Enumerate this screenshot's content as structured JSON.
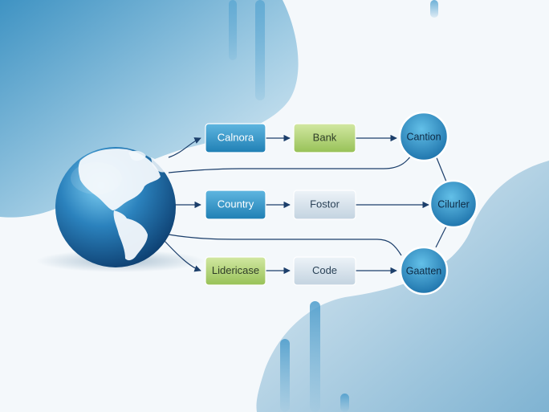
{
  "colors": {
    "background": "#f4f8fb",
    "blue_box": "#2f93c4",
    "green_box": "#a9cd6a",
    "gray_box": "#d4e0ea",
    "circle_fill": "#2b8cc0",
    "connector": "#1c3f6b"
  },
  "boxes": {
    "calnora": "Calnora",
    "bank": "Bank",
    "country": "Country",
    "fostor": "Fostor",
    "lidericase": "Lidericase",
    "code": "Code"
  },
  "circles": {
    "cantion": "Cantion",
    "cilurler": "Cilurler",
    "gaatten": "Gaatten"
  },
  "globe": {
    "icon": "globe-icon"
  }
}
